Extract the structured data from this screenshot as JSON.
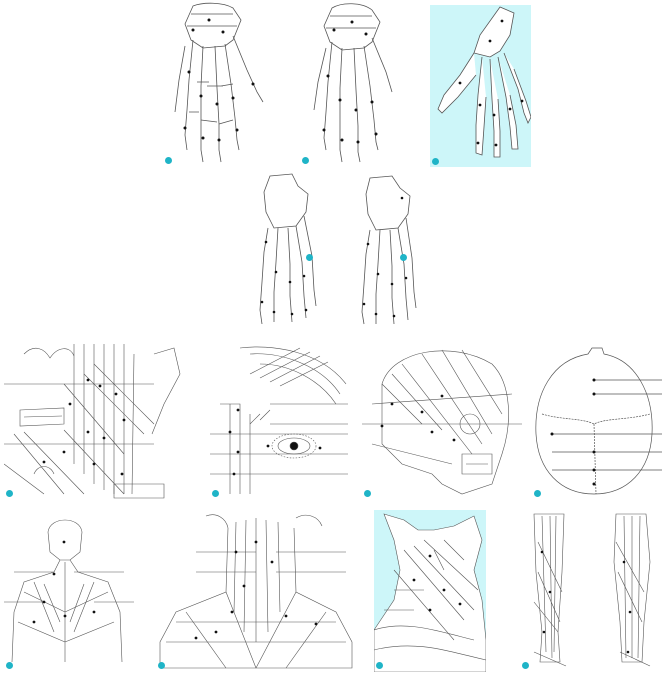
{
  "page": {
    "background": "#ffffff"
  },
  "colors": {
    "line": "#555555",
    "point": "#111111",
    "badge": "#1fb4c7",
    "panel_tint": "#cdf6f9"
  },
  "rows": [
    {
      "name": "hand-row",
      "tiles": [
        {
          "name": "hand-palmar-tile",
          "figure": "hand-skeleton-palmar-icon",
          "tinted": false,
          "credit": ""
        },
        {
          "name": "hand-dorsal-tile",
          "figure": "hand-skeleton-dorsal-icon",
          "tinted": false,
          "credit": ""
        },
        {
          "name": "hand-tinted-tile",
          "figure": "hand-skeleton-tinted-icon",
          "tinted": true,
          "credit": ""
        }
      ]
    },
    {
      "name": "foot-row",
      "tiles": [
        {
          "name": "foot-dorsal-tile",
          "figure": "foot-skeleton-dorsal-icon",
          "tinted": false,
          "credit": ""
        },
        {
          "name": "foot-plantar-tile",
          "figure": "foot-skeleton-plantar-icon",
          "tinted": false,
          "credit": ""
        }
      ]
    },
    {
      "name": "head-row",
      "tiles": [
        {
          "name": "face-muscles-tile",
          "figure": "face-muscles-icon",
          "tinted": false,
          "credit": ""
        },
        {
          "name": "eye-region-tile",
          "figure": "eye-region-icon",
          "tinted": false,
          "credit": ""
        },
        {
          "name": "skull-lateral-tile",
          "figure": "skull-lateral-icon",
          "tinted": false,
          "credit": ""
        },
        {
          "name": "skull-top-tile",
          "figure": "skull-top-icon",
          "tinted": false,
          "credit": ""
        }
      ]
    },
    {
      "name": "body-row",
      "tiles": [
        {
          "name": "back-muscles-tile",
          "figure": "back-muscles-icon",
          "tinted": false,
          "credit": ""
        },
        {
          "name": "neck-posterior-tile",
          "figure": "neck-posterior-icon",
          "tinted": false,
          "credit": ""
        },
        {
          "name": "neck-lateral-tile",
          "figure": "neck-lateral-icon",
          "tinted": true,
          "credit": ""
        },
        {
          "name": "forearm-muscles-tile",
          "figure": "forearm-muscles-icon",
          "tinted": false,
          "credit": ""
        }
      ]
    }
  ]
}
